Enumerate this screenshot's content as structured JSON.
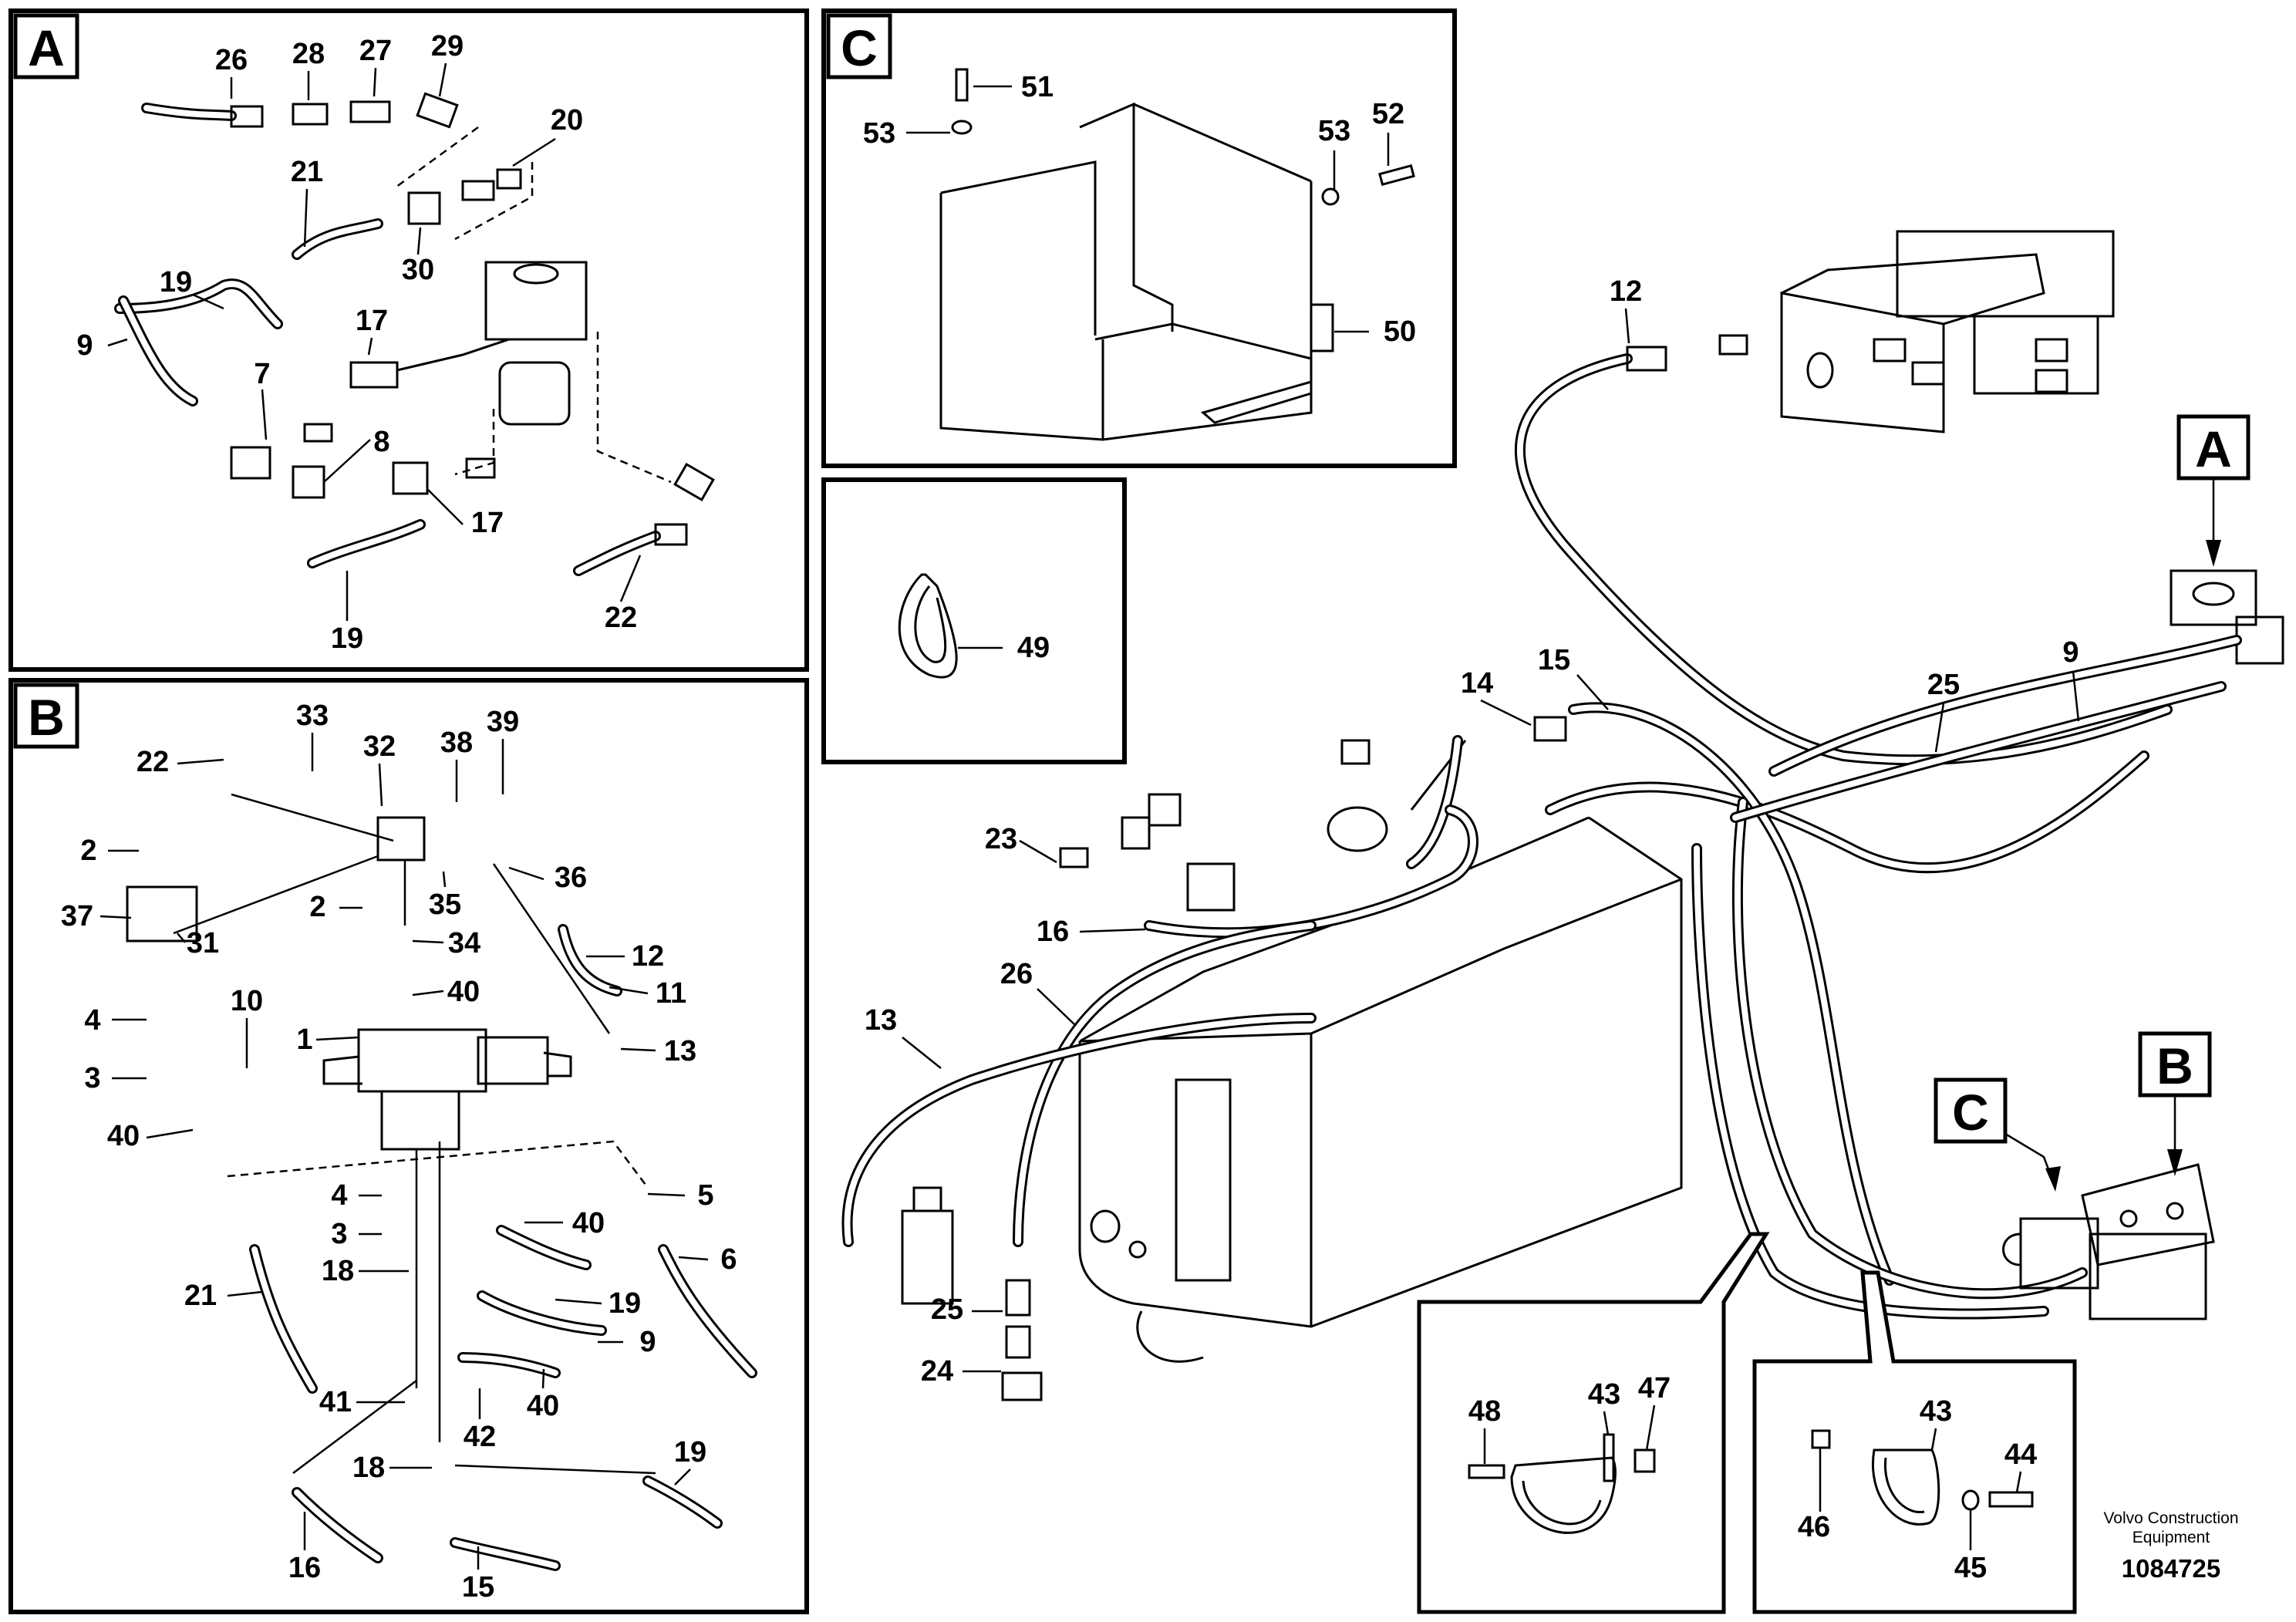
{
  "sections": {
    "A": {
      "letter": "A",
      "labels": [
        "26",
        "28",
        "27",
        "29",
        "20",
        "21",
        "30",
        "19",
        "17",
        "9",
        "7",
        "8",
        "17",
        "19",
        "22"
      ]
    },
    "B": {
      "letter": "B",
      "labels": [
        "33",
        "32",
        "38",
        "39",
        "22",
        "2",
        "37",
        "31",
        "35",
        "36",
        "2",
        "34",
        "12",
        "11",
        "40",
        "4",
        "3",
        "10",
        "1",
        "13",
        "40",
        "40",
        "5",
        "4",
        "3",
        "18",
        "6",
        "19",
        "21",
        "9",
        "41",
        "42",
        "40",
        "18",
        "19",
        "16",
        "15"
      ]
    },
    "C": {
      "letter": "C",
      "labels": [
        "51",
        "53",
        "53",
        "52",
        "50"
      ]
    },
    "clip": {
      "labels": [
        "49"
      ]
    },
    "main": {
      "labels": [
        "12",
        "14",
        "15",
        "25",
        "9",
        "23",
        "16",
        "26",
        "13",
        "25",
        "24"
      ]
    },
    "callouts": {
      "A": "A",
      "B": "B",
      "C": "C"
    },
    "detail1": {
      "labels": [
        "48",
        "43",
        "47"
      ]
    },
    "detail2": {
      "labels": [
        "43",
        "44",
        "46",
        "45"
      ]
    }
  },
  "footer": {
    "company_line1": "Volvo Construction",
    "company_line2": "Equipment",
    "doc_number": "1084725"
  }
}
